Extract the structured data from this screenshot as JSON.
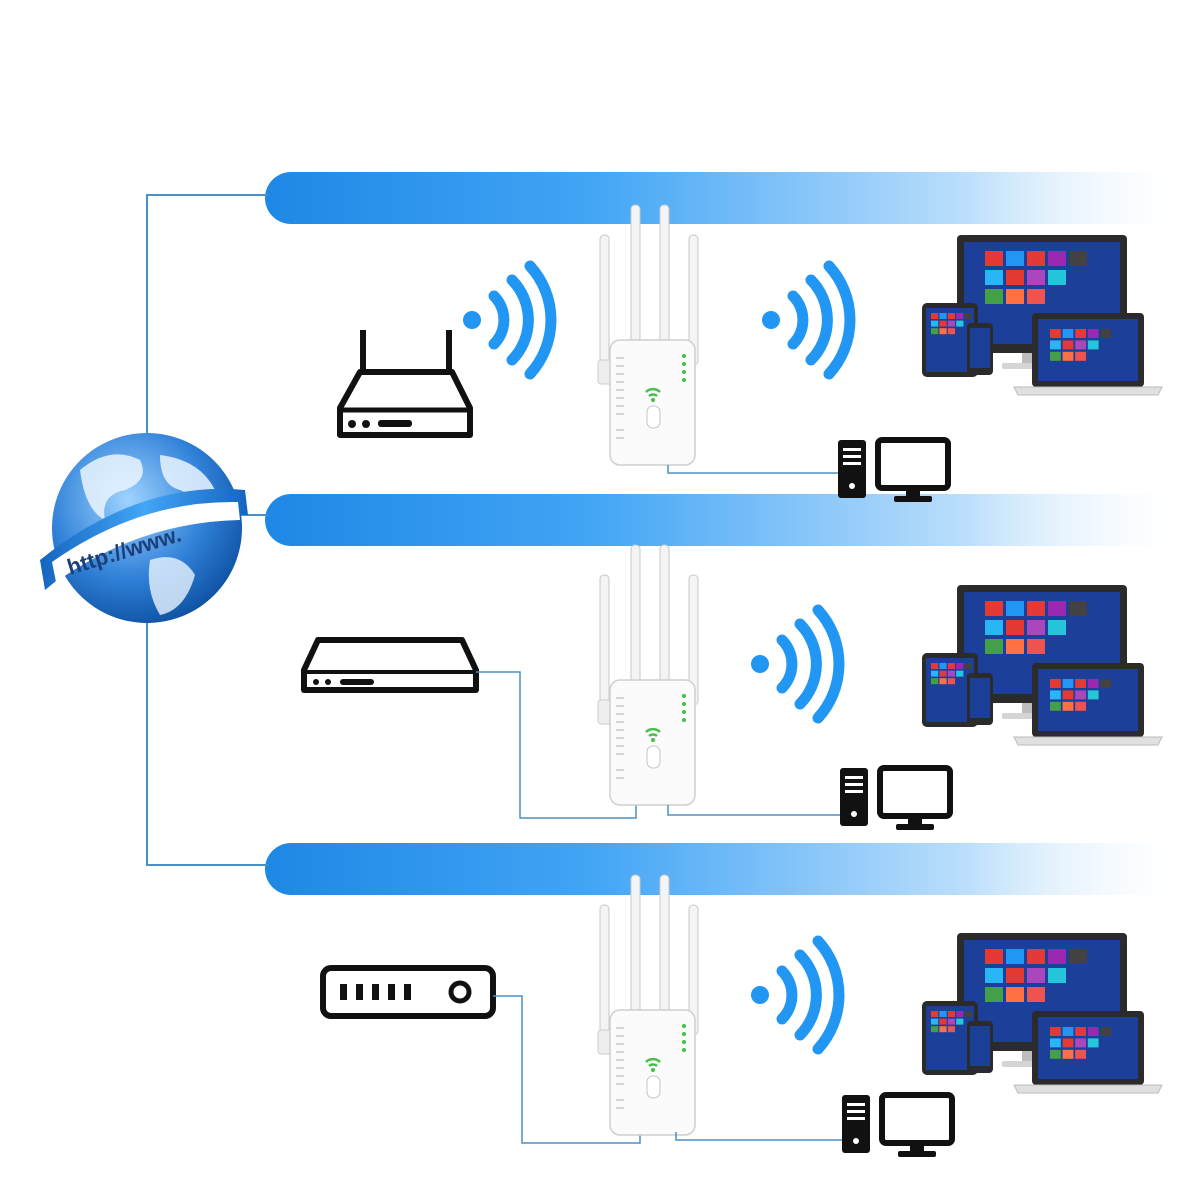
{
  "globe": {
    "label": "http://www."
  },
  "colors": {
    "accent": "#2196f3",
    "bar_start": "#1e88e5",
    "line": "#4a90c8",
    "ink": "#111111",
    "screen": "#1c3f9a"
  },
  "rows": [
    {
      "source_icon": "wireless-router-icon",
      "extender_icon": "wifi-extender-icon",
      "connection": "wireless"
    },
    {
      "source_icon": "network-switch-icon",
      "extender_icon": "wifi-extender-icon",
      "connection": "wired"
    },
    {
      "source_icon": "modem-icon",
      "extender_icon": "wifi-extender-icon",
      "connection": "wired"
    }
  ],
  "client_icons": [
    "monitor-icon",
    "tablet-icon",
    "phone-icon",
    "laptop-icon",
    "desktop-pc-icon"
  ]
}
